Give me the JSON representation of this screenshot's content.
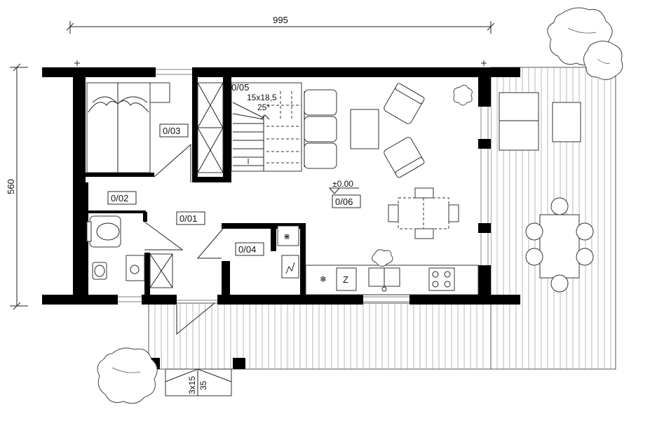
{
  "dimensions": {
    "width": "995",
    "height": "560"
  },
  "rooms": [
    {
      "id": "0/01"
    },
    {
      "id": "0/02"
    },
    {
      "id": "0/03"
    },
    {
      "id": "0/04"
    },
    {
      "id": "0/05"
    },
    {
      "id": "0/06"
    }
  ],
  "stair": {
    "label": "0/05",
    "spec": "15x18,5",
    "treads": "25*"
  },
  "level": "±0.00",
  "entry_steps": {
    "count": "3x15",
    "depth": "35"
  },
  "fridge_mark": "Z",
  "colors": {
    "wall": "#000000",
    "line": "#333333",
    "background": "#ffffff"
  }
}
